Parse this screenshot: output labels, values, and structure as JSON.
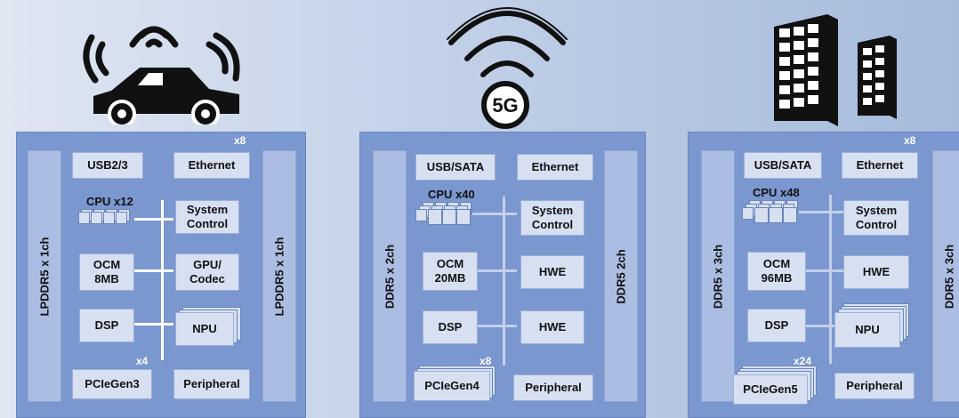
{
  "panels": [
    {
      "id": "automotive",
      "memory_left": "LPDDR5 x 1ch",
      "memory_right": "LPDDR5 x 1ch",
      "usb": "USB2/3",
      "ethernet": "Ethernet",
      "ethernet_multiplier": "x8",
      "cpu": "CPU x12",
      "system_control": "System Control",
      "ocm": "OCM 8MB",
      "accel_1": "GPU/ Codec",
      "dsp": "DSP",
      "accel_2": "NPU",
      "pcie_multiplier": "x4",
      "pcie": "PCIeGen3",
      "peripheral": "Peripheral"
    },
    {
      "id": "5g",
      "icon_text": "5G",
      "memory_left": "DDR5 x 2ch",
      "memory_right": "DDR5 2ch",
      "usb": "USB/SATA",
      "ethernet": "Ethernet",
      "cpu": "CPU x40",
      "system_control": "System Control",
      "ocm": "OCM 20MB",
      "accel_1": "HWE",
      "dsp": "DSP",
      "accel_2": "HWE",
      "pcie_multiplier": "x8",
      "pcie": "PCIeGen4",
      "peripheral": "Peripheral"
    },
    {
      "id": "datacenter",
      "memory_left": "DDR5 x 3ch",
      "memory_right": "DDR5 x 3ch",
      "usb": "USB/SATA",
      "ethernet": "Ethernet",
      "ethernet_multiplier": "x8",
      "cpu": "CPU x48",
      "system_control": "System Control",
      "ocm": "OCM 96MB",
      "accel_1": "HWE",
      "dsp": "DSP",
      "accel_2": "NPU",
      "pcie_multiplier": "x24",
      "pcie": "PCIeGen5",
      "peripheral": "Peripheral"
    }
  ],
  "icons": [
    "connected-car-icon",
    "5g-wifi-icon",
    "server-rack-icon"
  ]
}
